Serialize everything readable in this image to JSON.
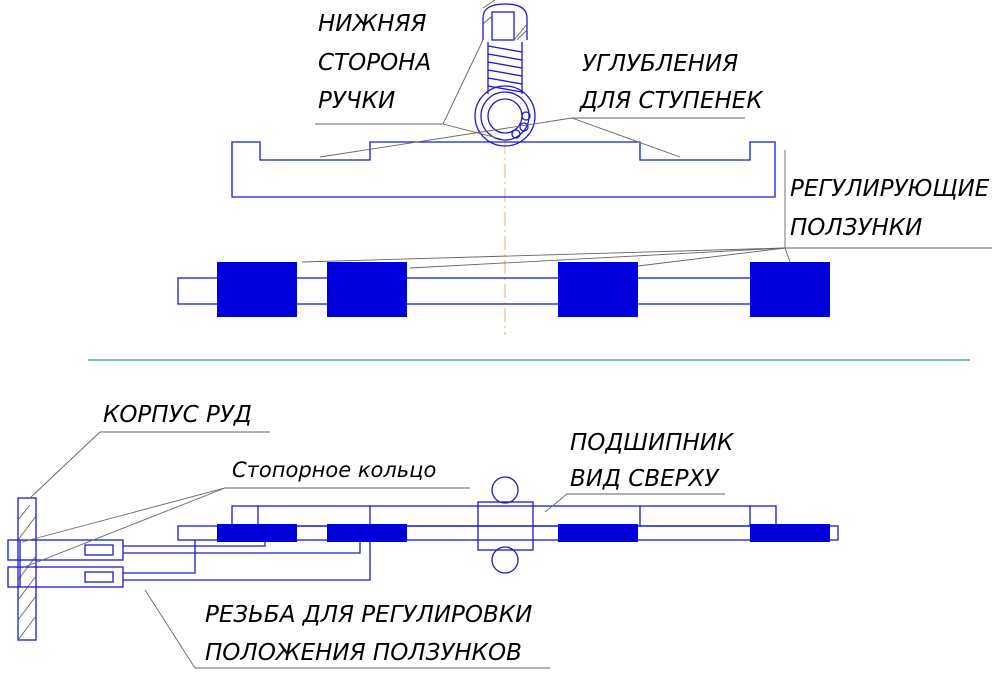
{
  "labels": {
    "handle_bottom": [
      "НИЖНЯЯ",
      "СТОРОНА",
      "РУЧКИ"
    ],
    "recesses": [
      "УГЛУБЛЕНИЯ",
      "ДЛЯ СТУПЕНЕК"
    ],
    "sliders": [
      "РЕГУЛИРУЮЩИЕ",
      "ПОЛЗУНКИ"
    ],
    "housing": "КОРПУС РУД",
    "retaining_ring": "Стопорное кольцо",
    "bearing": [
      "ПОДШИПНИК",
      "ВИД СВЕРХУ"
    ],
    "thread": [
      "РЕЗЬБА ДЛЯ РЕГУЛИРОВКИ",
      "ПОЛОЖЕНИЯ ПОЛЗУНКОВ"
    ]
  },
  "colors": {
    "line": "#1a1acc",
    "fill": "#0000dd",
    "leader": "#666666",
    "separator": "#2e9e8e",
    "centerline": "#e0a060"
  }
}
